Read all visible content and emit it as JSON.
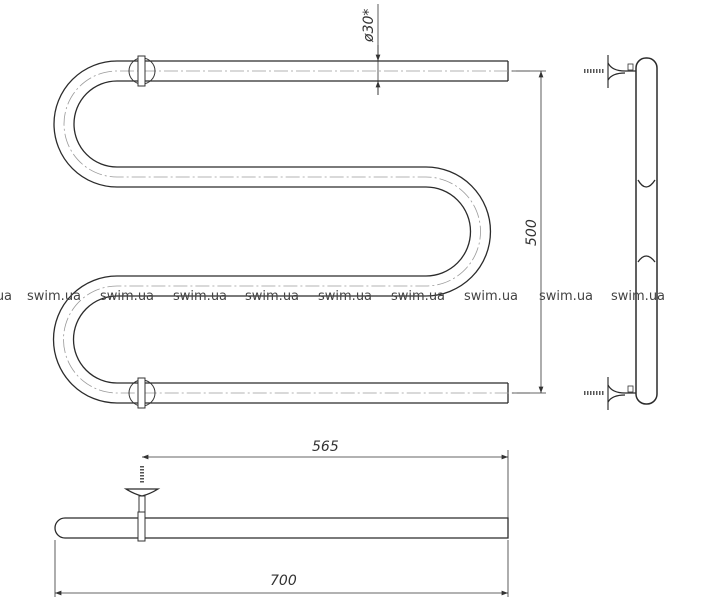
{
  "dimensions": {
    "diameter": "ø30*",
    "height": "500",
    "mount_distance": "565",
    "width": "700"
  },
  "watermark": [
    "swim.ua",
    "swim.ua",
    "swim.ua",
    "swim.ua",
    "swim.ua",
    "swim.ua",
    "swim.ua",
    "swim.ua",
    "swim.ua",
    "swim.ua"
  ]
}
